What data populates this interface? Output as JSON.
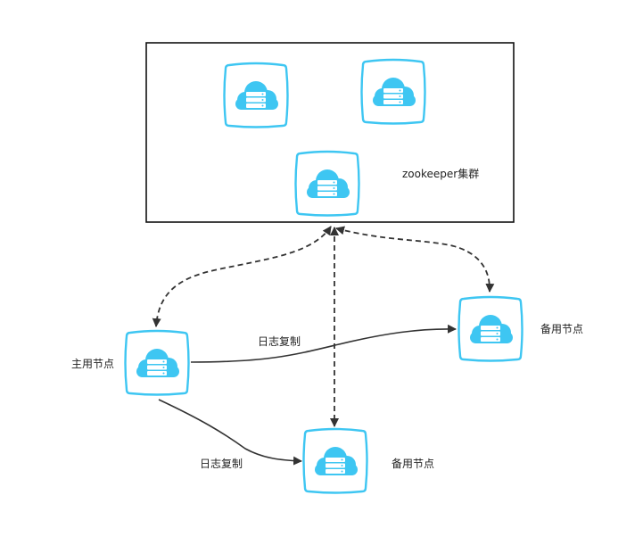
{
  "colors": {
    "cloud": "#3ec6f2",
    "node_border": "#3ec6f2",
    "server_fill": "#ffffff",
    "server_line": "#3ec6f2",
    "edge": "#333333",
    "cluster_border": "#111111"
  },
  "cluster": {
    "label": "zookeeper集群",
    "nodes": [
      {
        "icon": "cloud-server-icon"
      },
      {
        "icon": "cloud-server-icon"
      },
      {
        "icon": "cloud-server-icon"
      }
    ]
  },
  "primary": {
    "label": "主用节点",
    "icon": "cloud-server-icon"
  },
  "backups": [
    {
      "label": "备用节点",
      "icon": "cloud-server-icon"
    },
    {
      "label": "备用节点",
      "icon": "cloud-server-icon"
    }
  ],
  "edges": {
    "replication_right": "日志复制",
    "replication_bottom": "日志复制"
  }
}
